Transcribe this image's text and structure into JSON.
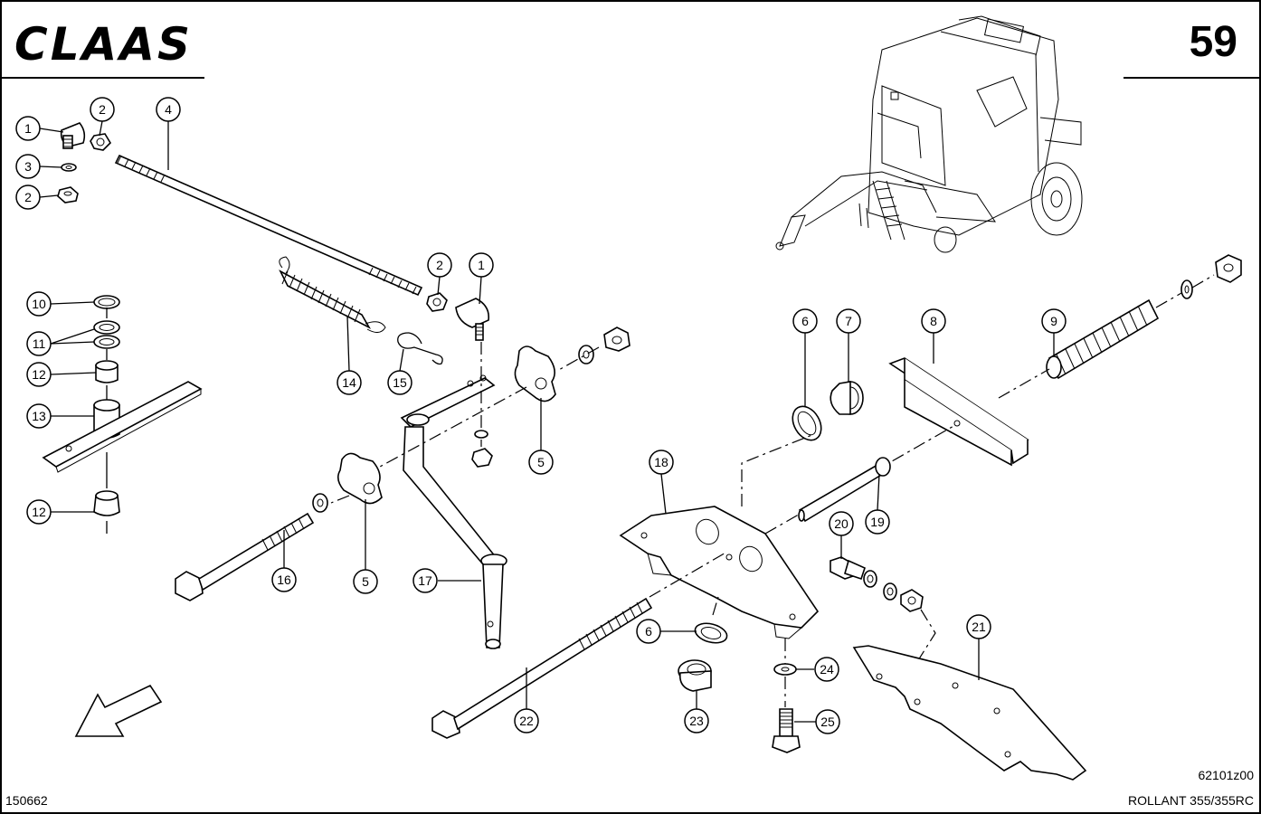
{
  "header": {
    "brand": "CLAAS",
    "page_number": "59"
  },
  "footer": {
    "left_code": "150662",
    "drawing_code": "62101z00",
    "model": "ROLLANT 355/355RC"
  },
  "callouts": [
    {
      "label": "1"
    },
    {
      "label": "2"
    },
    {
      "label": "4"
    },
    {
      "label": "3"
    },
    {
      "label": "2"
    },
    {
      "label": "2"
    },
    {
      "label": "1"
    },
    {
      "label": "10"
    },
    {
      "label": "11"
    },
    {
      "label": "12"
    },
    {
      "label": "13"
    },
    {
      "label": "12"
    },
    {
      "label": "14"
    },
    {
      "label": "15"
    },
    {
      "label": "5"
    },
    {
      "label": "5"
    },
    {
      "label": "16"
    },
    {
      "label": "17"
    },
    {
      "label": "6"
    },
    {
      "label": "7"
    },
    {
      "label": "8"
    },
    {
      "label": "9"
    },
    {
      "label": "18"
    },
    {
      "label": "19"
    },
    {
      "label": "20"
    },
    {
      "label": "6"
    },
    {
      "label": "24"
    },
    {
      "label": "21"
    },
    {
      "label": "22"
    },
    {
      "label": "23"
    },
    {
      "label": "25"
    }
  ],
  "colors": {
    "ink": "#000000",
    "paper": "#ffffff"
  }
}
